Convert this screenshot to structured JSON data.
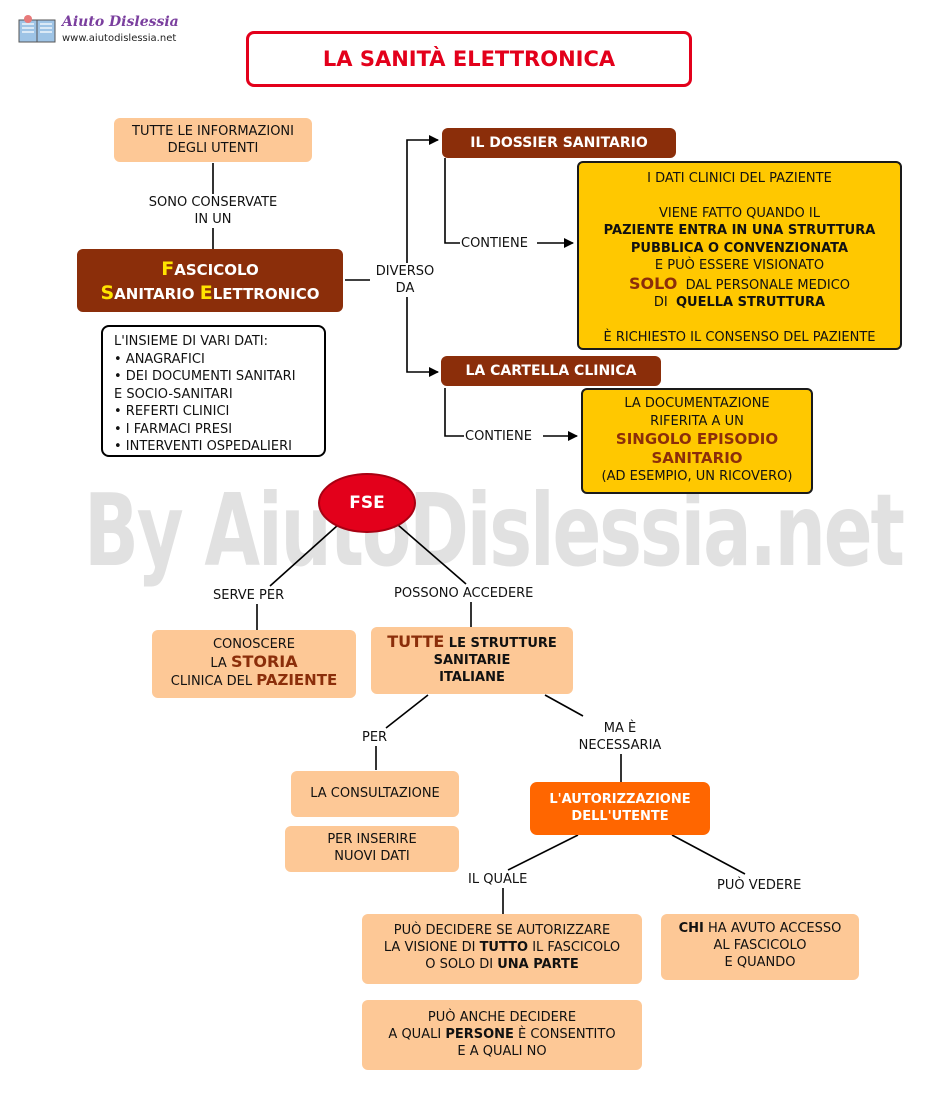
{
  "logo": {
    "name": "Aiuto Dislessia",
    "url": "www.aiutodislessia.net"
  },
  "title": "LA SANITÀ ELETTRONICA",
  "watermark": "By AiutoDislessia.net",
  "nodes": {
    "info_utenti": "TUTTE LE INFORMAZIONI DEGLI UTENTI",
    "sono_conservate": "SONO CONSERVATE IN UN",
    "fse_line1_cap": "F",
    "fse_line1_rest": "ASCICOLO",
    "fse_line2_cap1": "S",
    "fse_line2_rest1": "ANITARIO ",
    "fse_line2_cap2": "E",
    "fse_line2_rest2": "LETTRONICO",
    "insieme_title": "L'INSIEME DI VARI DATI:",
    "insieme_items": [
      "• ANAGRAFICI",
      "• DEI DOCUMENTI SANITARI",
      "E SOCIO-SANITARI",
      "• REFERTI CLINICI",
      "• I FARMACI PRESI",
      "• INTERVENTI OSPEDALIERI"
    ],
    "diverso_da": "DIVERSO DA",
    "dossier": "IL DOSSIER SANITARIO",
    "contiene_1": "CONTIENE",
    "dossier_desc": {
      "l1": "I DATI CLINICI DEL PAZIENTE",
      "l2": "VIENE FATTO QUANDO IL",
      "l3": "PAZIENTE ENTRA IN UNA STRUTTURA",
      "l4": "PUBBLICA O CONVENZIONATA",
      "l5": "E PUÒ ESSERE VISIONATO",
      "l6_a": "SOLO",
      "l6_b": "DAL PERSONALE MEDICO",
      "l7_a": "DI",
      "l7_b": "QUELLA STRUTTURA",
      "l8": "È RICHIESTO IL CONSENSO DEL PAZIENTE"
    },
    "cartella": "LA CARTELLA CLINICA",
    "contiene_2": "CONTIENE",
    "cartella_desc": {
      "l1": "LA DOCUMENTAZIONE",
      "l2": "RIFERITA A UN",
      "l3": "SINGOLO EPISODIO",
      "l4": "SANITARIO",
      "l5": "(AD ESEMPIO, UN RICOVERO)"
    },
    "fse": "FSE",
    "serve_per": "SERVE PER",
    "possono_accedere": "POSSONO ACCEDERE",
    "conoscere": {
      "l1": "CONOSCERE",
      "l2a": "LA",
      "l2b": "STORIA",
      "l3a": "CLINICA DEL",
      "l3b": "PAZIENTE"
    },
    "tutte": {
      "a": "TUTTE",
      "b": "LE STRUTTURE",
      "c": "SANITARIE",
      "d": "ITALIANE"
    },
    "per": "PER",
    "ma_e_necessaria": {
      "l1": "MA È",
      "l2": "NECESSARIA"
    },
    "consultazione": "LA CONSULTAZIONE",
    "inserire": {
      "l1": "PER INSERIRE",
      "l2": "NUOVI DATI"
    },
    "autorizzazione": {
      "l1": "L'AUTORIZZAZIONE",
      "l2": "DELL'UTENTE"
    },
    "il_quale": "IL QUALE",
    "puo_vedere": "PUÒ VEDERE",
    "decidere": {
      "l1": "PUÒ DECIDERE SE AUTORIZZARE",
      "l2a": "LA VISIONE DI",
      "l2b": "TUTTO",
      "l2c": "IL FASCICOLO",
      "l3a": "O SOLO DI",
      "l3b": "UNA PARTE"
    },
    "chi": {
      "l1a": "CHI",
      "l1b": "HA AVUTO ACCESSO",
      "l2": "AL FASCICOLO",
      "l3": "E QUANDO"
    },
    "anche": {
      "l1": "PUÒ ANCHE DECIDERE",
      "l2a": "A QUALI",
      "l2b": "PERSONE",
      "l2c": "È CONSENTITO",
      "l3": "E A QUALI NO"
    }
  },
  "colors": {
    "brown": "#8b2e0a",
    "peach": "#fdc896",
    "yellow": "#ffc800",
    "orange": "#ff6600",
    "red": "#e3001b",
    "title_border": "#e3001b"
  }
}
